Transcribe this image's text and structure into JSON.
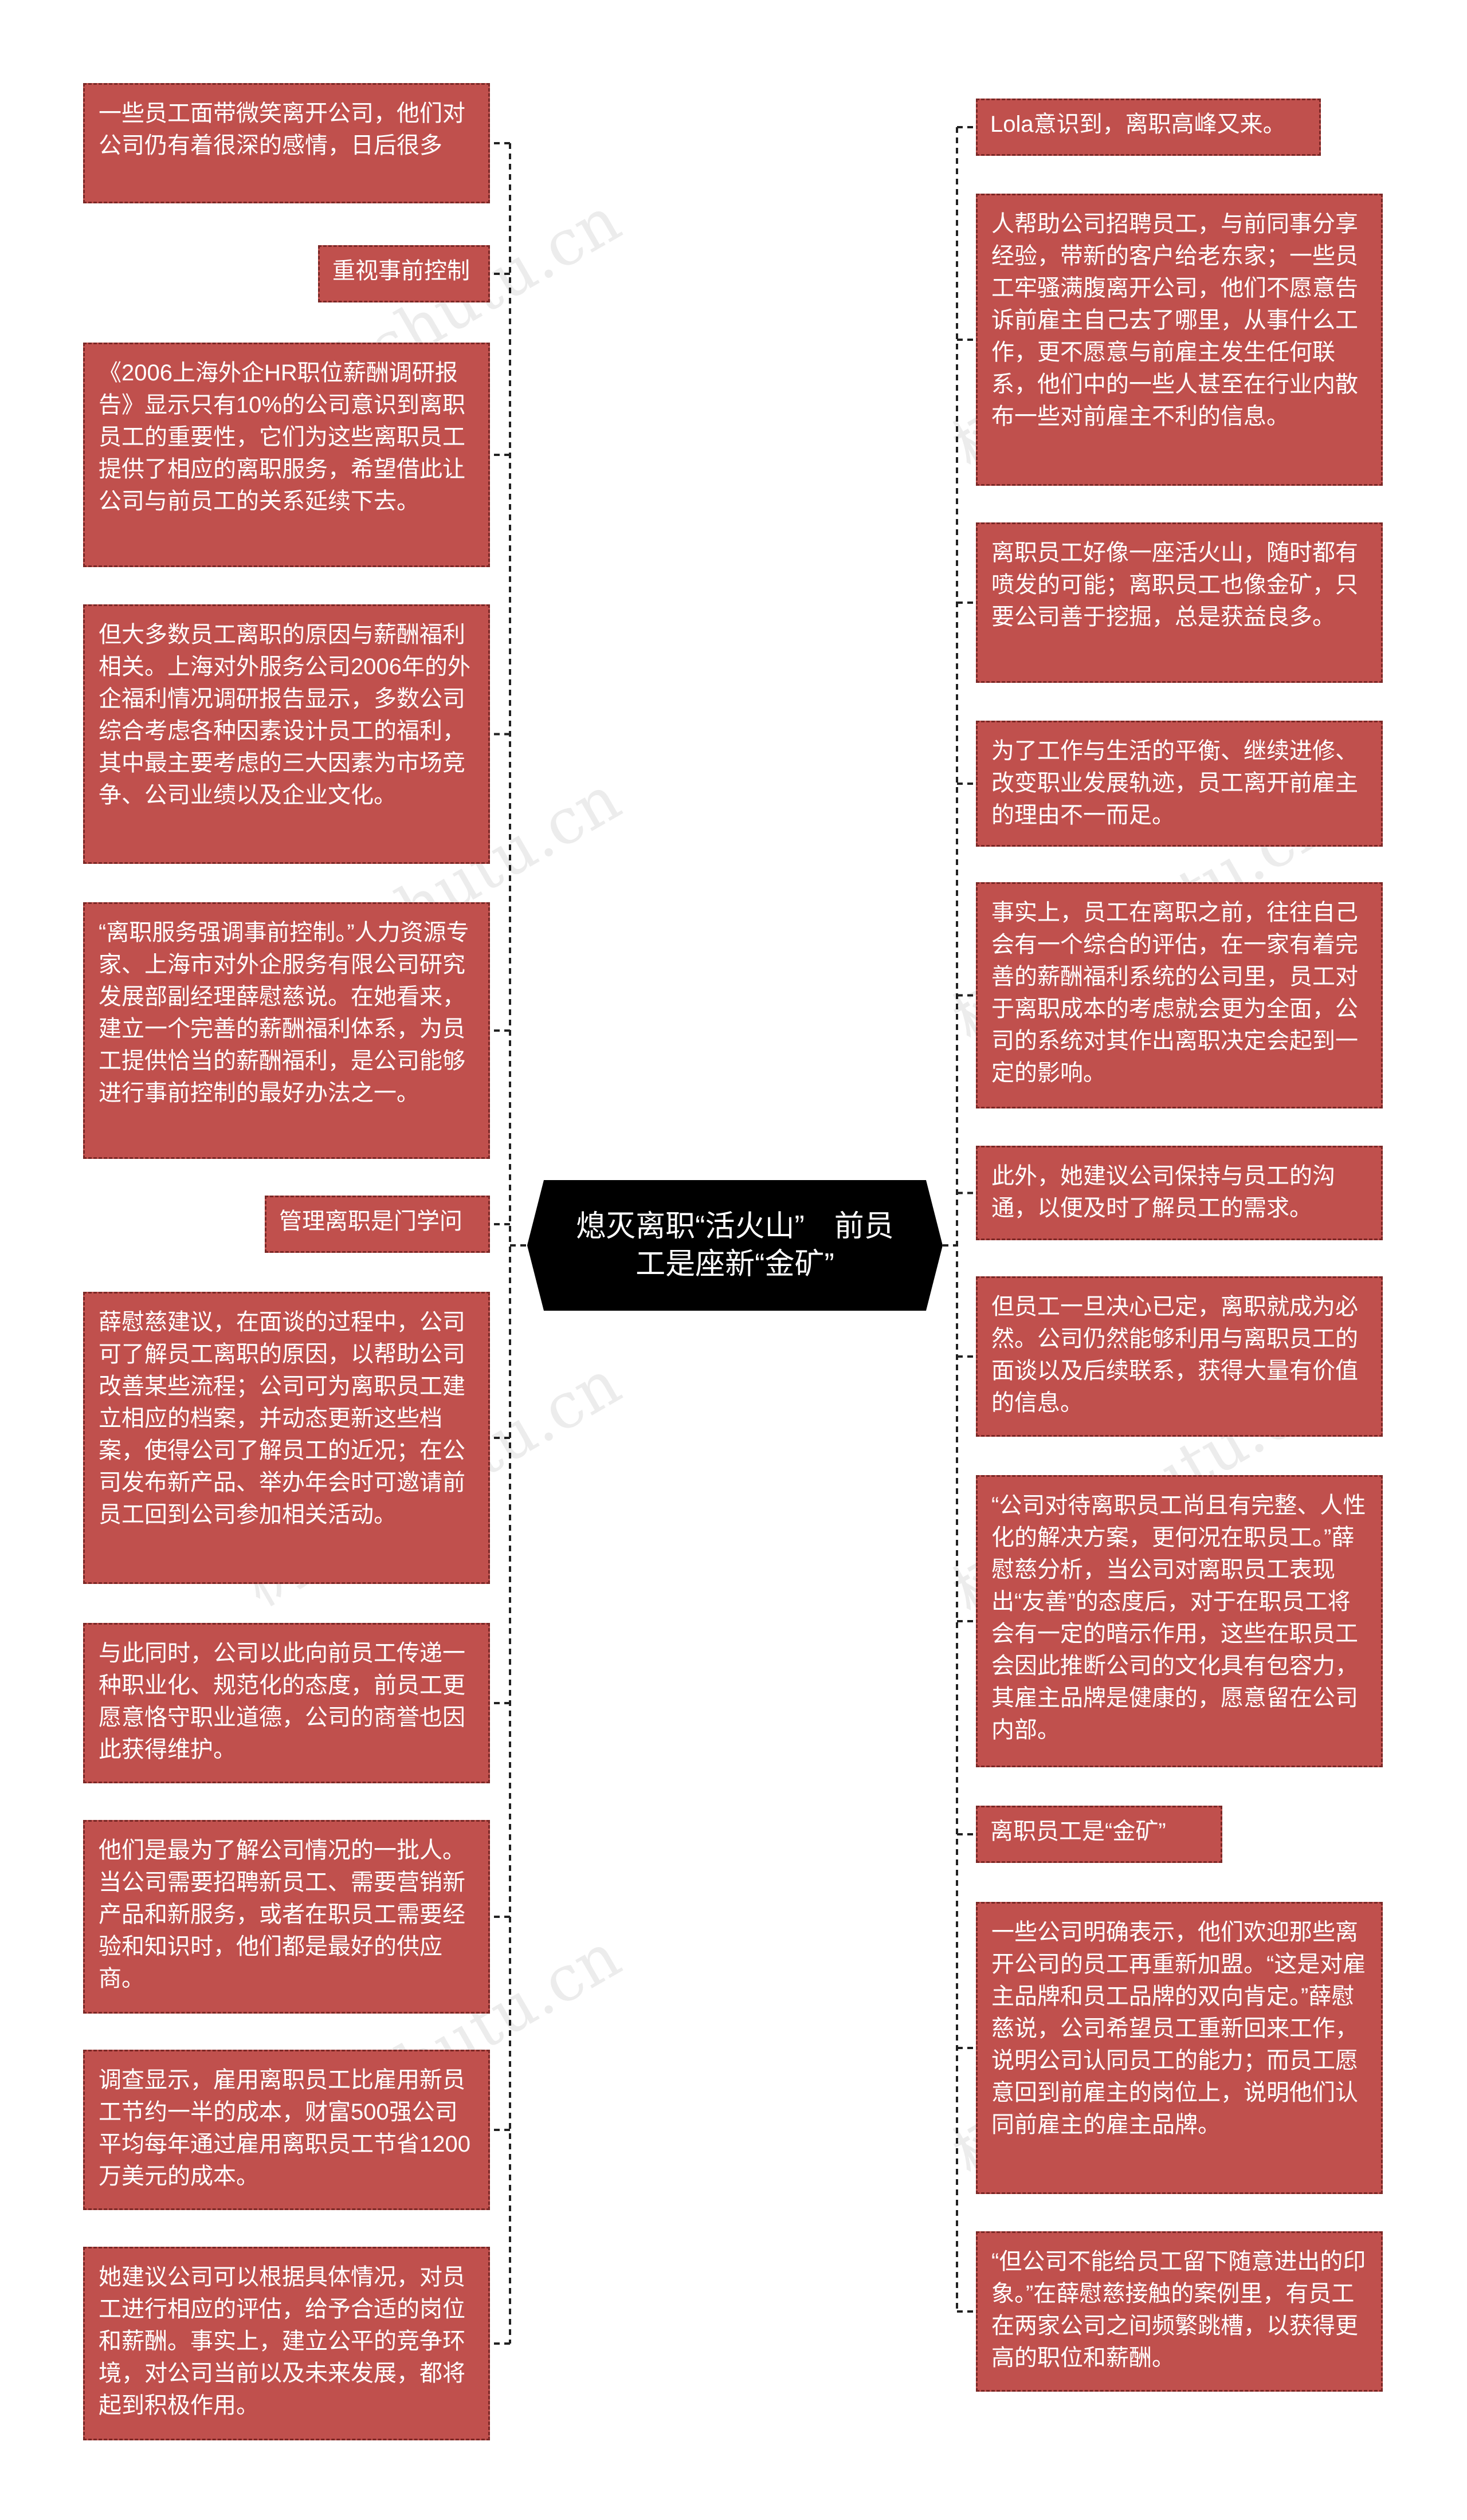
{
  "center": {
    "title": "熄灭离职“活火山”　前员工是座新“金矿”"
  },
  "left": [
    "一些员工面带微笑离开公司，他们对公司仍有着很深的感情，日后很多",
    "重视事前控制",
    "《2006上海外企HR职位薪酬调研报告》显示只有10%的公司意识到离职员工的重要性，它们为这些离职员工提供了相应的离职服务，希望借此让公司与前员工的关系延续下去。",
    "但大多数员工离职的原因与薪酬福利相关。上海对外服务公司2006年的外企福利情况调研报告显示，多数公司综合考虑各种因素设计员工的福利，其中最主要考虑的三大因素为市场竞争、公司业绩以及企业文化。",
    "“离职服务强调事前控制。”人力资源专家、上海市对外企服务有限公司研究发展部副经理薛慰慈说。在她看来，建立一个完善的薪酬福利体系，为员工提供恰当的薪酬福利，是公司能够进行事前控制的最好办法之一。",
    "管理离职是门学问",
    "薛慰慈建议，在面谈的过程中，公司可了解员工离职的原因，以帮助公司改善某些流程；公司可为离职员工建立相应的档案，并动态更新这些档案，使得公司了解员工的近况；在公司发布新产品、举办年会时可邀请前员工回到公司参加相关活动。",
    "与此同时，公司以此向前员工传递一种职业化、规范化的态度，前员工更愿意恪守职业道德，公司的商誉也因此获得维护。",
    "他们是最为了解公司情况的一批人。当公司需要招聘新员工、需要营销新产品和新服务，或者在职员工需要经验和知识时，他们都是最好的供应商。",
    "调查显示，雇用离职员工比雇用新员工节约一半的成本，财富500强公司平均每年通过雇用离职员工节省1200万美元的成本。",
    "她建议公司可以根据具体情况，对员工进行相应的评估，给予合适的岗位和薪酬。事实上，建立公平的竞争环境，对公司当前以及未来发展，都将起到积极作用。"
  ],
  "right": [
    "Lola意识到，离职高峰又来。",
    "人帮助公司招聘员工，与前同事分享经验，带新的客户给老东家；一些员工牢骚满腹离开公司，他们不愿意告诉前雇主自己去了哪里，从事什么工作，更不愿意与前雇主发生任何联系，他们中的一些人甚至在行业内散布一些对前雇主不利的信息。",
    "离职员工好像一座活火山，随时都有喷发的可能；离职员工也像金矿，只要公司善于挖掘，总是获益良多。",
    "为了工作与生活的平衡、继续进修、改变职业发展轨迹，员工离开前雇主的理由不一而足。",
    "事实上，员工在离职之前，往往自己会有一个综合的评估，在一家有着完善的薪酬福利系统的公司里，员工对于离职成本的考虑就会更为全面，公司的系统对其作出离职决定会起到一定的影响。",
    "此外，她建议公司保持与员工的沟通，以便及时了解员工的需求。",
    "但员工一旦决心已定，离职就成为必然。公司仍然能够利用与离职员工的面谈以及后续联系，获得大量有价值的信息。",
    "“公司对待离职员工尚且有完整、人性化的解决方案，更何况在职员工。”薛慰慈分析，当公司对离职员工表现出“友善”的态度后，对于在职员工将会有一定的暗示作用，这些在职员工会因此推断公司的文化具有包容力，其雇主品牌是健康的，愿意留在公司内部。",
    "离职员工是“金矿”",
    "一些公司明确表示，他们欢迎那些离开公司的员工再重新加盟。“这是对雇主品牌和员工品牌的双向肯定。”薛慰慈说，公司希望员工重新回来工作，说明公司认同员工的能力；而员工愿意回到前雇主的岗位上，说明他们认同前雇主的雇主品牌。",
    "“但公司不能给员工留下随意进出的印象。”在薛慰慈接触的案例里，有员工在两家公司之间频繁跳槽，以获得更高的职位和薪酬。"
  ],
  "watermark": "树图 shutu.cn",
  "colors": {
    "node_fill": "#c0504d",
    "node_border": "#7a2725",
    "center_fill": "#000000",
    "connector": "#222222"
  }
}
